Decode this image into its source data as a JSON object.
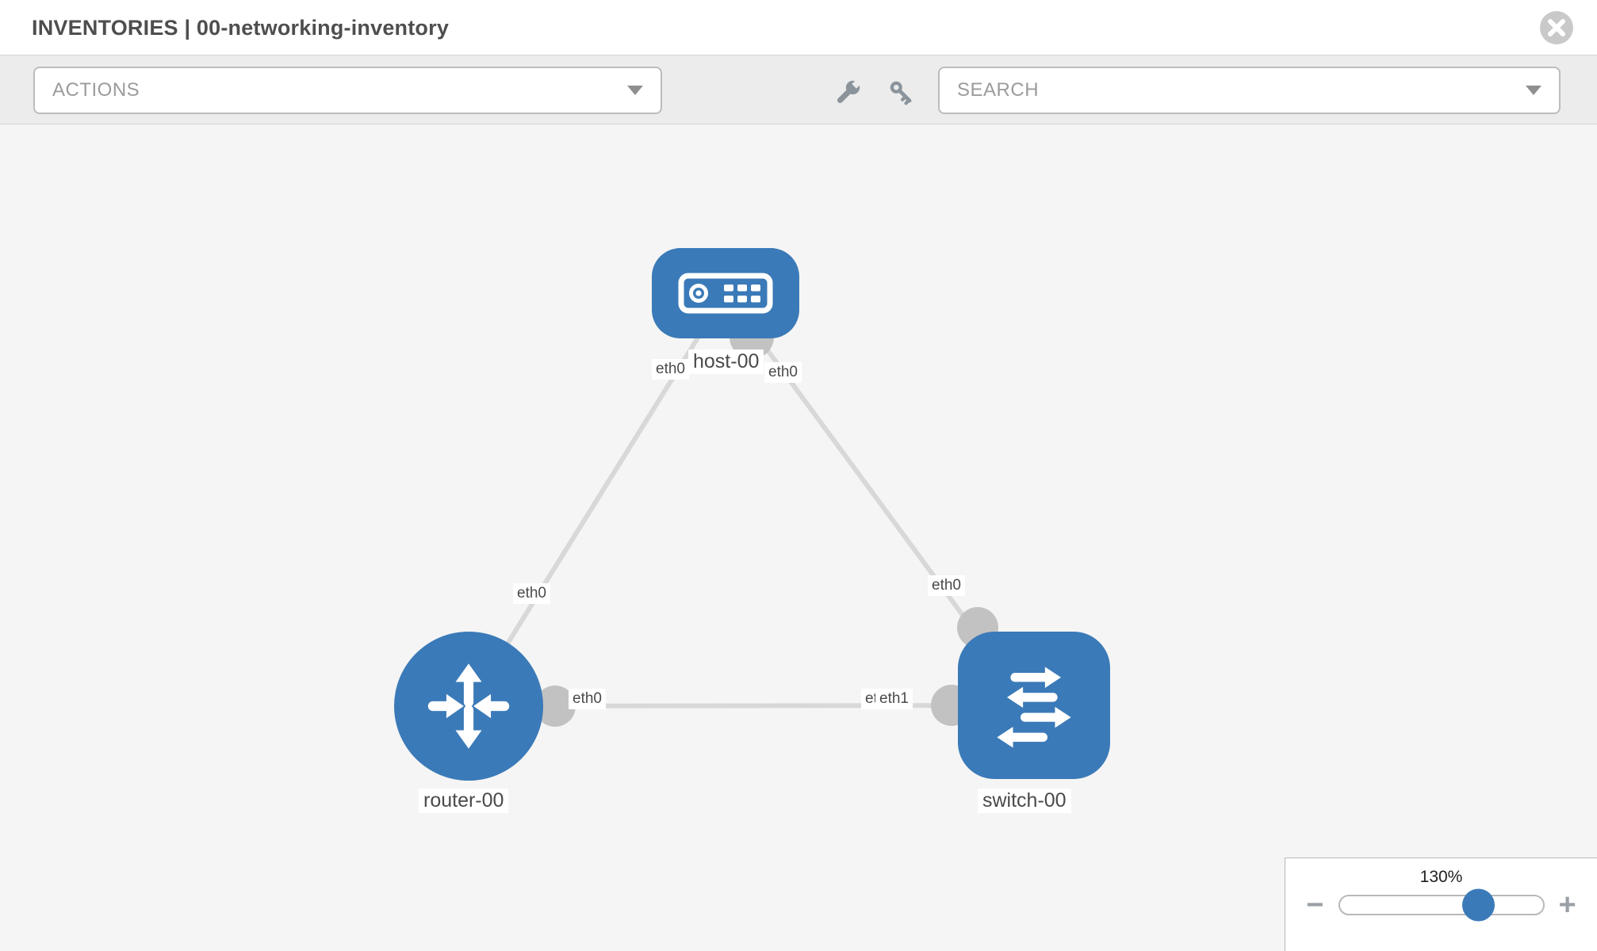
{
  "header": {
    "title": "INVENTORIES | 00-networking-inventory"
  },
  "toolbar": {
    "actions_placeholder": "ACTIONS",
    "search_placeholder": "SEARCH"
  },
  "icons": {
    "zoom_out_glyph": "−",
    "zoom_in_glyph": "+"
  },
  "diagram": {
    "nodes": [
      {
        "label": "host-00",
        "type": "host"
      },
      {
        "label": "router-00",
        "type": "router"
      },
      {
        "label": "switch-00",
        "type": "switch"
      }
    ],
    "links": [
      {
        "from": "host-00",
        "to": "router-00",
        "from_interface": "eth0",
        "to_interface": "eth0"
      },
      {
        "from": "host-00",
        "to": "switch-00",
        "from_interface": "eth0",
        "to_interface": "eth0"
      },
      {
        "from": "router-00",
        "to": "switch-00",
        "from_interface": "eth0",
        "to_interface": "eth1",
        "to_interface_overlapped": "eth0"
      }
    ]
  },
  "zoom_control": {
    "level": "130%"
  },
  "colors": {
    "node_blue": "#3b7ab8",
    "link_gray": "#d8d8d8",
    "interface_gray": "#c2c2c2",
    "canvas_bg": "#f5f5f5",
    "toolbar_bg": "#ececec"
  }
}
